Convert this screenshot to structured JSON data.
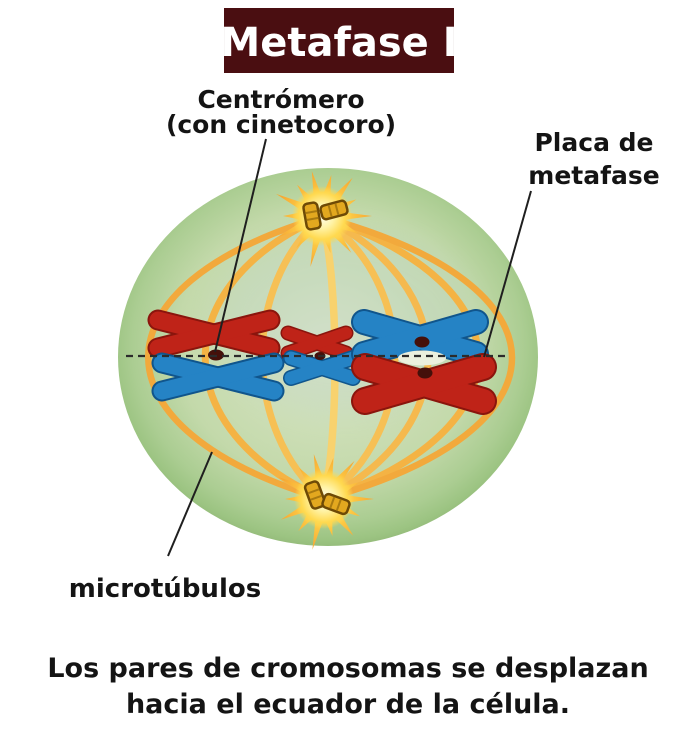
{
  "title": "Metafase I",
  "labels": {
    "centromere_line1": "Centrómero",
    "centromere_line2": "(con cinetocoro)",
    "plate_line1": "Placa de",
    "plate_line2": "metafase",
    "microtubules": "microtúbulos"
  },
  "caption": {
    "line1": "Los pares de cromosomas se desplazan",
    "line2": "hacia el ecuador de la célula."
  },
  "colors": {
    "banner-bg": "#4a0e11",
    "banner-text": "#ffffff",
    "label-text": "#141414",
    "pointer-line": "#1f1f1f",
    "dash-line": "#2b2b2b",
    "cell-edge": "#9cc482",
    "cell-mid": "#c3d9aa",
    "cell-center": "#dde6cb",
    "fiber": "#f4b344",
    "fiber-light": "#f8d26e",
    "fiber-deep": "#f2a93c",
    "chromosome-red": "#bf2318",
    "chromosome-red-dark": "#8a150d",
    "chromosome-blue": "#2583c5",
    "chromosome-blue-dark": "#10558c",
    "centromere-dot": "#45100a",
    "lens": "#ebf0de",
    "spike": "#f6a833",
    "spike-mid": "#fdc944",
    "spike-core": "#ffee8a",
    "glow": "#fff3a6",
    "centriole": "#e3a81f",
    "centriole-outline": "#6e4a06"
  }
}
